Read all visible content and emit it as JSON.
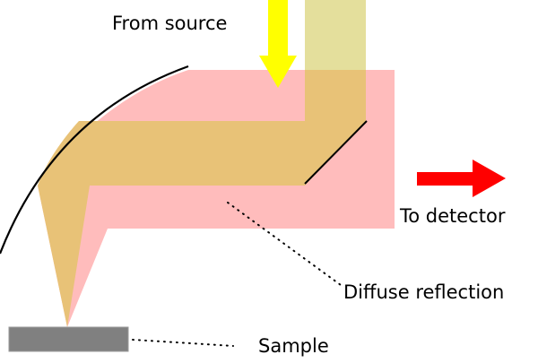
{
  "diagram": {
    "title": "Diffuse reflectance accessory beam path",
    "labels": {
      "source": "From source",
      "detector": "To detector",
      "diffuse": "Diffuse reflection",
      "sample": "Sample"
    },
    "colors": {
      "source_arrow": "#ffff00",
      "detector_arrow": "#ff0000",
      "diffuse_region": "#ffbcbc",
      "incident_beam": "#e8c277",
      "incident_beam_entry": "#e4df9c",
      "sample": "#808080",
      "mirror": "#000000"
    }
  }
}
